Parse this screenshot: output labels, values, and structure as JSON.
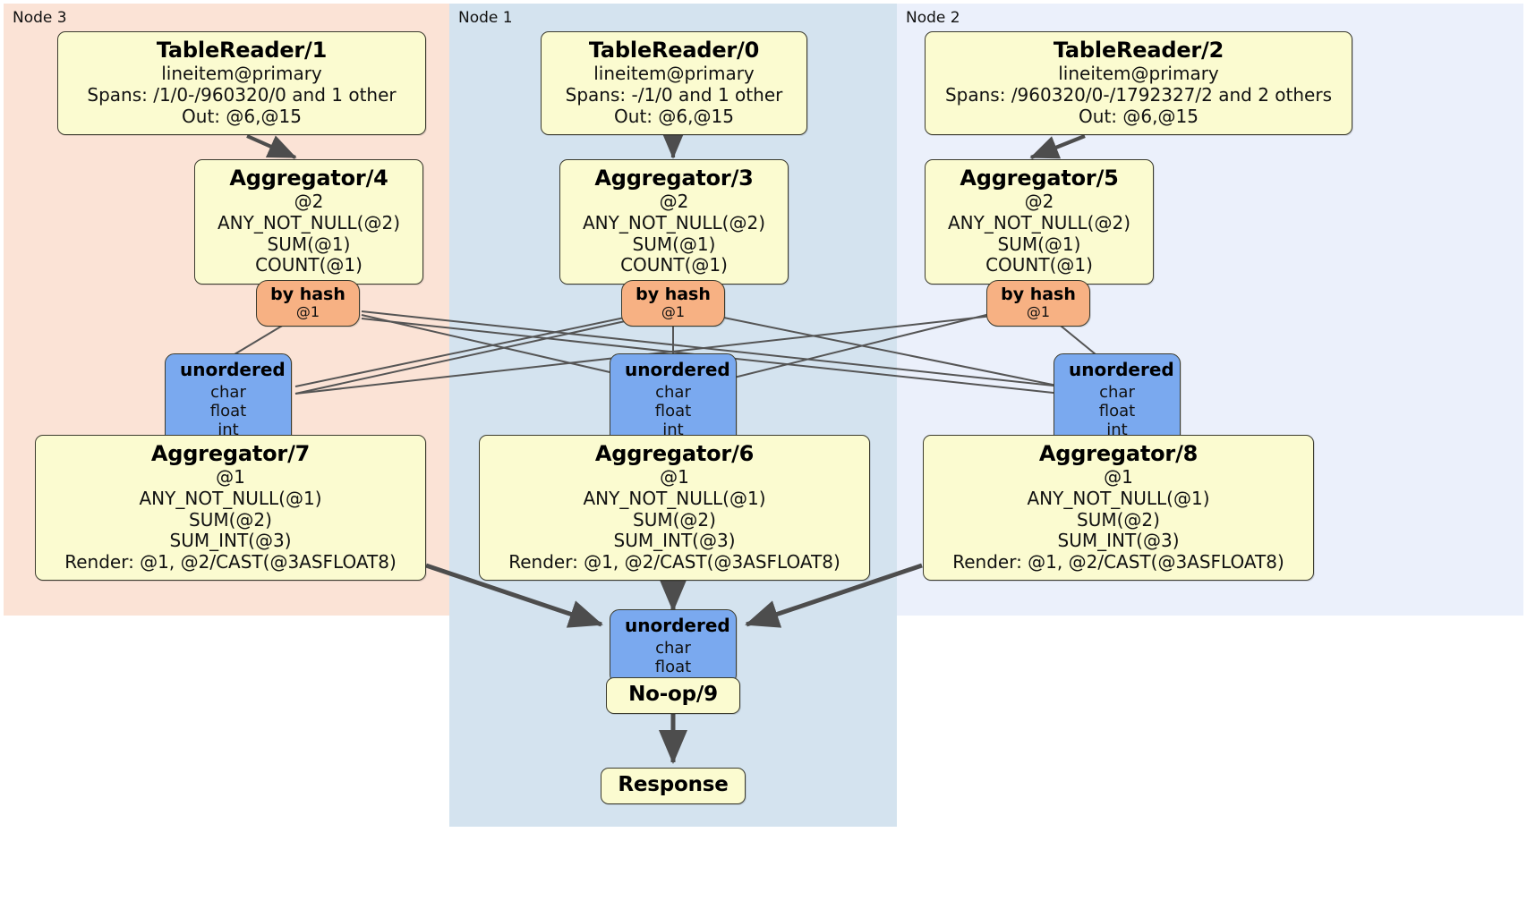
{
  "diagram": {
    "type": "distributed-query-plan",
    "title": "",
    "colors": {
      "node3_panel": "#fbe3d6",
      "node1_panel": "#d4e3ef",
      "node2_panel": "#ebf0fb",
      "processor_box": "#fbfbd0",
      "router_box": "#f7b183",
      "synchronizer_box": "#7aa9ef",
      "edge": "#4d4d4d",
      "border": "#3b3b2e"
    }
  },
  "panels": [
    {
      "id": "node3",
      "label": "Node 3"
    },
    {
      "id": "node1",
      "label": "Node 1"
    },
    {
      "id": "node2",
      "label": "Node 2"
    }
  ],
  "nodes": {
    "tablereader_1": {
      "title": "TableReader/1",
      "lines": [
        "lineitem@primary",
        "Spans: /1/0-/960320/0 and 1 other",
        "Out: @6,@15"
      ]
    },
    "tablereader_0": {
      "title": "TableReader/0",
      "lines": [
        "lineitem@primary",
        "Spans: -/1/0 and 1 other",
        "Out: @6,@15"
      ]
    },
    "tablereader_2": {
      "title": "TableReader/2",
      "lines": [
        "lineitem@primary",
        "Spans: /960320/0-/1792327/2 and 2 others",
        "Out: @6,@15"
      ]
    },
    "aggregator_4": {
      "title": "Aggregator/4",
      "lines": [
        "@2",
        "ANY_NOT_NULL(@2)",
        "SUM(@1)",
        "COUNT(@1)"
      ]
    },
    "aggregator_3": {
      "title": "Aggregator/3",
      "lines": [
        "@2",
        "ANY_NOT_NULL(@2)",
        "SUM(@1)",
        "COUNT(@1)"
      ]
    },
    "aggregator_5": {
      "title": "Aggregator/5",
      "lines": [
        "@2",
        "ANY_NOT_NULL(@2)",
        "SUM(@1)",
        "COUNT(@1)"
      ]
    },
    "byhash_left": {
      "title": "by hash",
      "lines": [
        "@1"
      ]
    },
    "byhash_center": {
      "title": "by hash",
      "lines": [
        "@1"
      ]
    },
    "byhash_right": {
      "title": "by hash",
      "lines": [
        "@1"
      ]
    },
    "unordered_left": {
      "title": "unordered",
      "lines": [
        "char",
        "float",
        "int"
      ]
    },
    "unordered_center": {
      "title": "unordered",
      "lines": [
        "char",
        "float",
        "int"
      ]
    },
    "unordered_right": {
      "title": "unordered",
      "lines": [
        "char",
        "float",
        "int"
      ]
    },
    "aggregator_7": {
      "title": "Aggregator/7",
      "lines": [
        "@1",
        "ANY_NOT_NULL(@1)",
        "SUM(@2)",
        "SUM_INT(@3)",
        "Render: @1, @2/CAST(@3ASFLOAT8)"
      ]
    },
    "aggregator_6": {
      "title": "Aggregator/6",
      "lines": [
        "@1",
        "ANY_NOT_NULL(@1)",
        "SUM(@2)",
        "SUM_INT(@3)",
        "Render: @1, @2/CAST(@3ASFLOAT8)"
      ]
    },
    "aggregator_8": {
      "title": "Aggregator/8",
      "lines": [
        "@1",
        "ANY_NOT_NULL(@1)",
        "SUM(@2)",
        "SUM_INT(@3)",
        "Render: @1, @2/CAST(@3ASFLOAT8)"
      ]
    },
    "unordered_final": {
      "title": "unordered",
      "lines": [
        "char",
        "float"
      ]
    },
    "noop_9": {
      "title": "No-op/9",
      "lines": []
    },
    "response": {
      "title": "Response",
      "lines": []
    }
  }
}
